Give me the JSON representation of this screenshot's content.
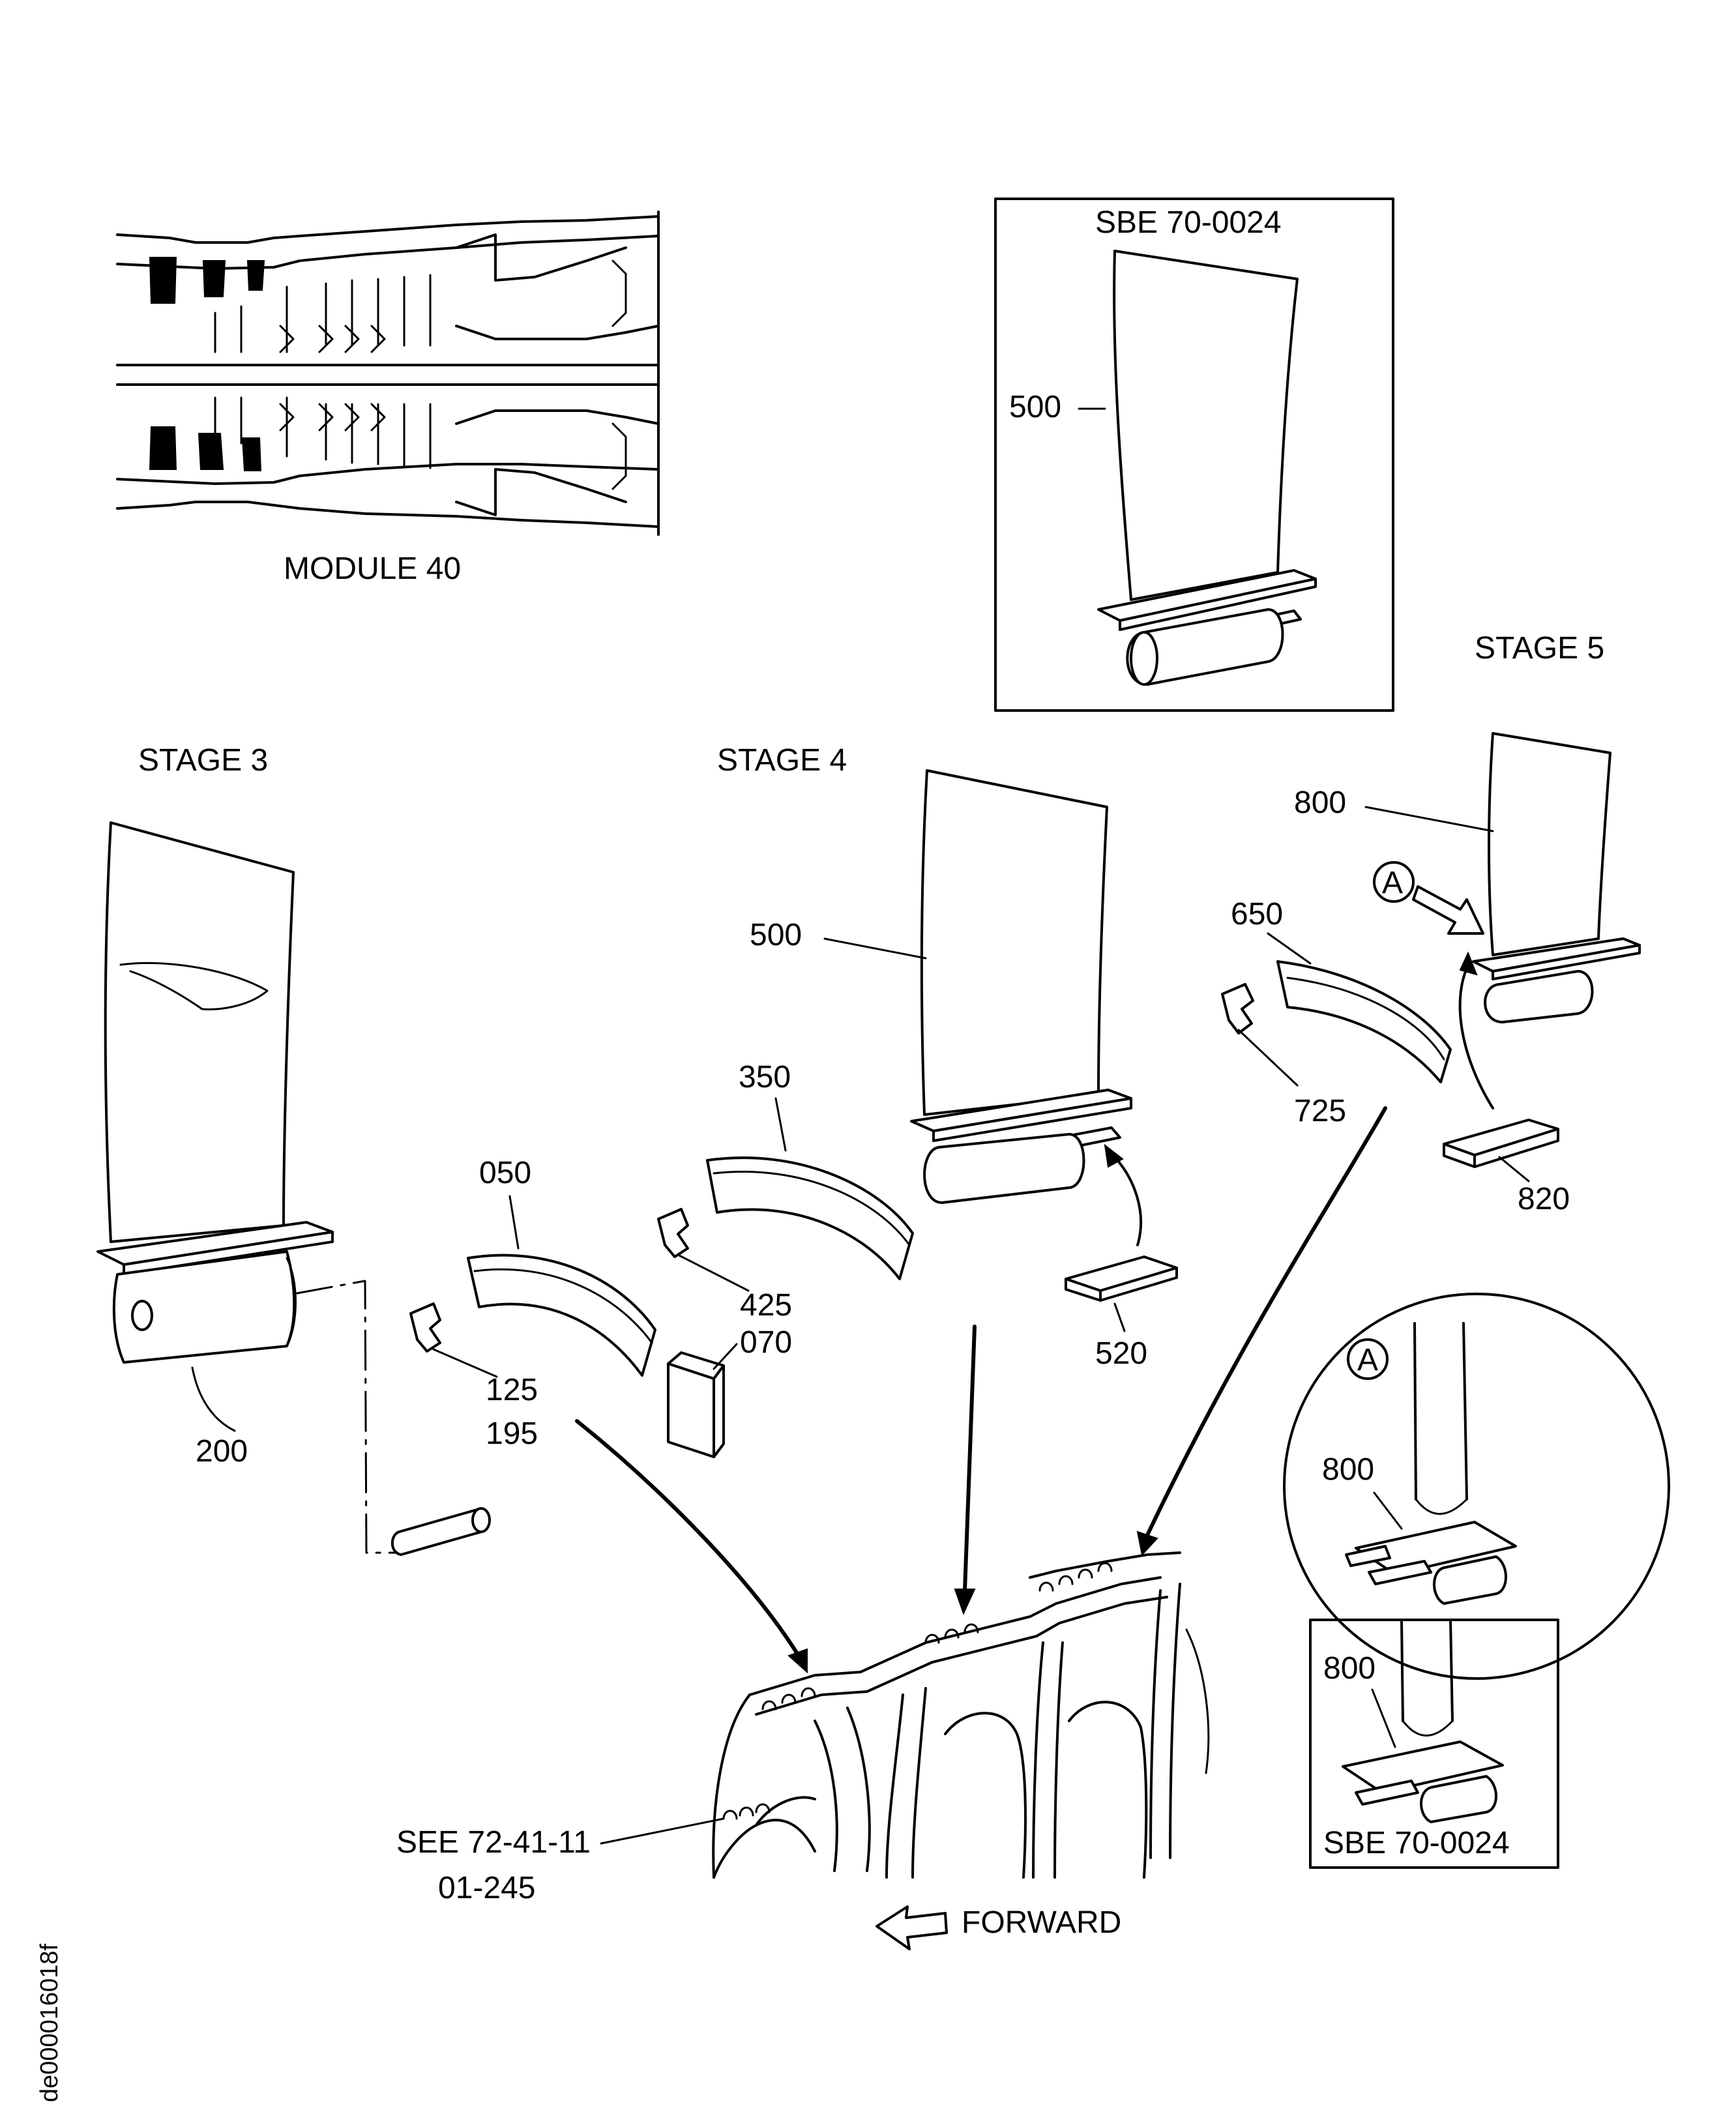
{
  "labels": {
    "module": "MODULE 40",
    "sbe_top": "SBE 70-0024",
    "sbe_bottom": "SBE 70-0024",
    "stage3": "STAGE 3",
    "stage4": "STAGE 4",
    "stage5": "STAGE 5",
    "p500_box": "500",
    "p500": "500",
    "p800": "800",
    "p800_detail": "800",
    "p800_sbe": "800",
    "p650": "650",
    "p725": "725",
    "p820": "820",
    "p350": "350",
    "p050": "050",
    "p425": "425",
    "p070": "070",
    "p520": "520",
    "p125": "125",
    "p195": "195",
    "p200": "200",
    "callout_a": "A",
    "callout_a_detail": "A",
    "see_ref_line1": "SEE 72-41-11",
    "see_ref_line2": "01-245",
    "forward": "FORWARD",
    "doc_id": "de000016018f"
  }
}
